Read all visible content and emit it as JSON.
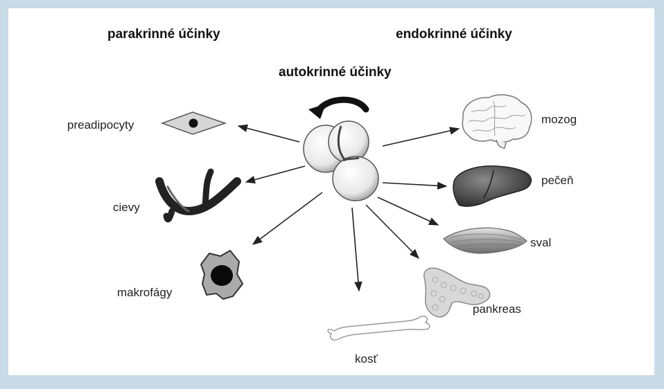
{
  "headers": {
    "paracrine": "parakrinné účinky",
    "endocrine": "endokrinné účinky",
    "autocrine": "autokrinné účinky"
  },
  "targets": {
    "preadipocytes": "preadipocyty",
    "vessels": "cievy",
    "macrophages": "makrofágy",
    "bone": "kosť",
    "pancreas": "pankreas",
    "muscle": "sval",
    "liver": "pečeň",
    "brain": "mozog"
  },
  "colors": {
    "background_border": "#c9dbe6",
    "panel": "#ffffff",
    "arrow": "#222222"
  }
}
